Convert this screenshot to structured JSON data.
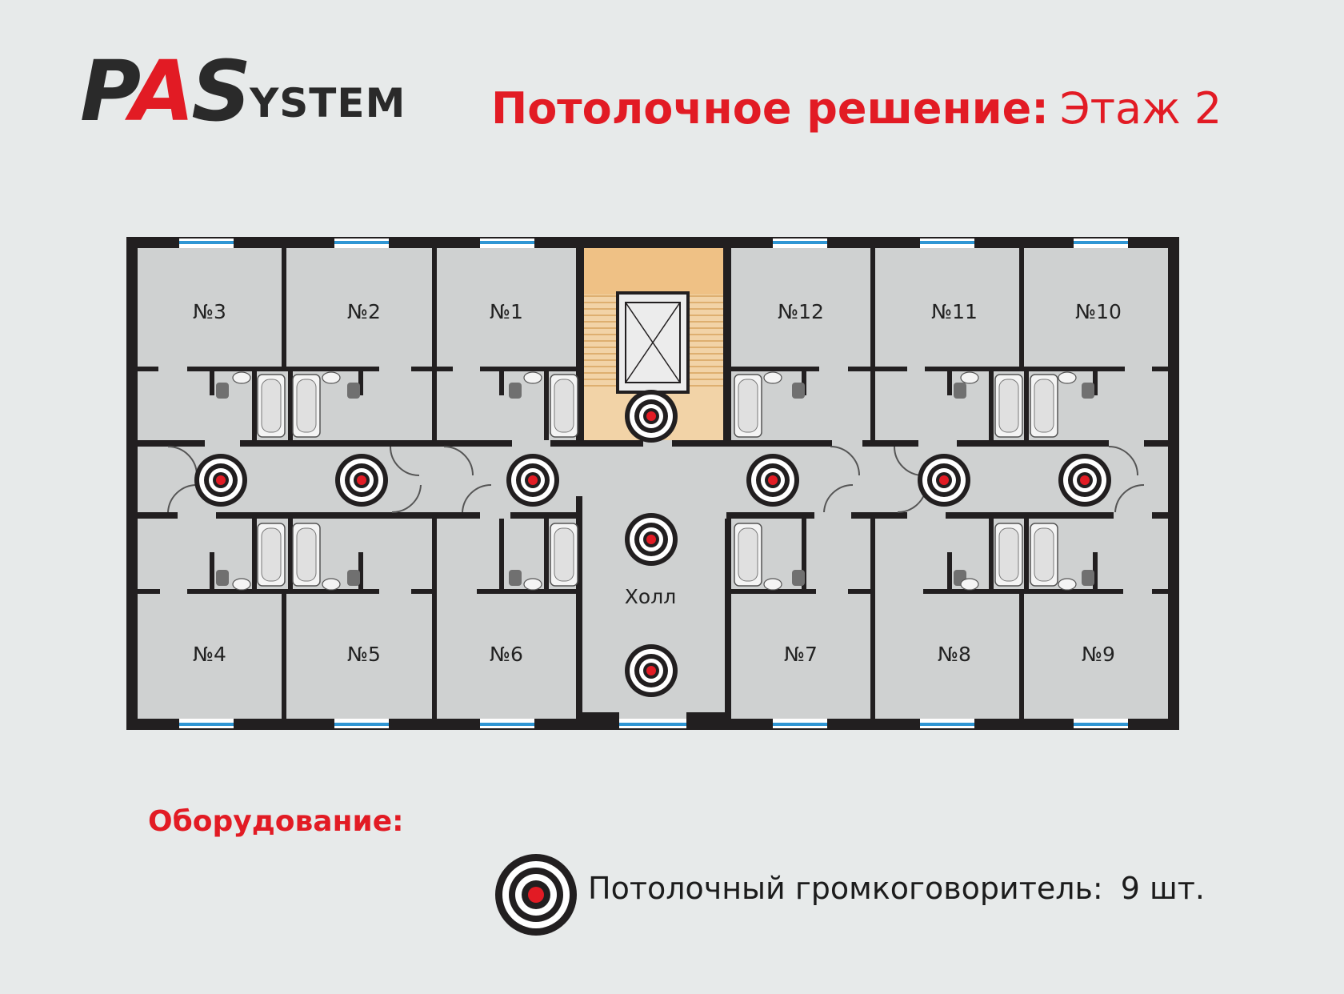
{
  "logo": {
    "p": "P",
    "a": "A",
    "s": "S",
    "rest": "YSTEM"
  },
  "header": {
    "title_bold": "Потолочное решение:",
    "title_light": "Этаж 2"
  },
  "plan": {
    "rooms_top": [
      "№3",
      "№2",
      "№1",
      "№12",
      "№11",
      "№10"
    ],
    "rooms_bottom": [
      "№4",
      "№5",
      "№6",
      "№7",
      "№8",
      "№9"
    ],
    "hall_label": "Холл",
    "speaker_count_drawn": 9
  },
  "equipment": {
    "title": "Оборудование:",
    "items": [
      {
        "icon": "ceiling-speaker-icon",
        "label": "Потолочный громкоговоритель:",
        "count": "9 шт."
      }
    ]
  },
  "colors": {
    "accent": "#e21b24",
    "wall": "#221f20",
    "room": "#cfd1d1",
    "stair": "#f2d3a7",
    "window": "#2f96d4"
  }
}
